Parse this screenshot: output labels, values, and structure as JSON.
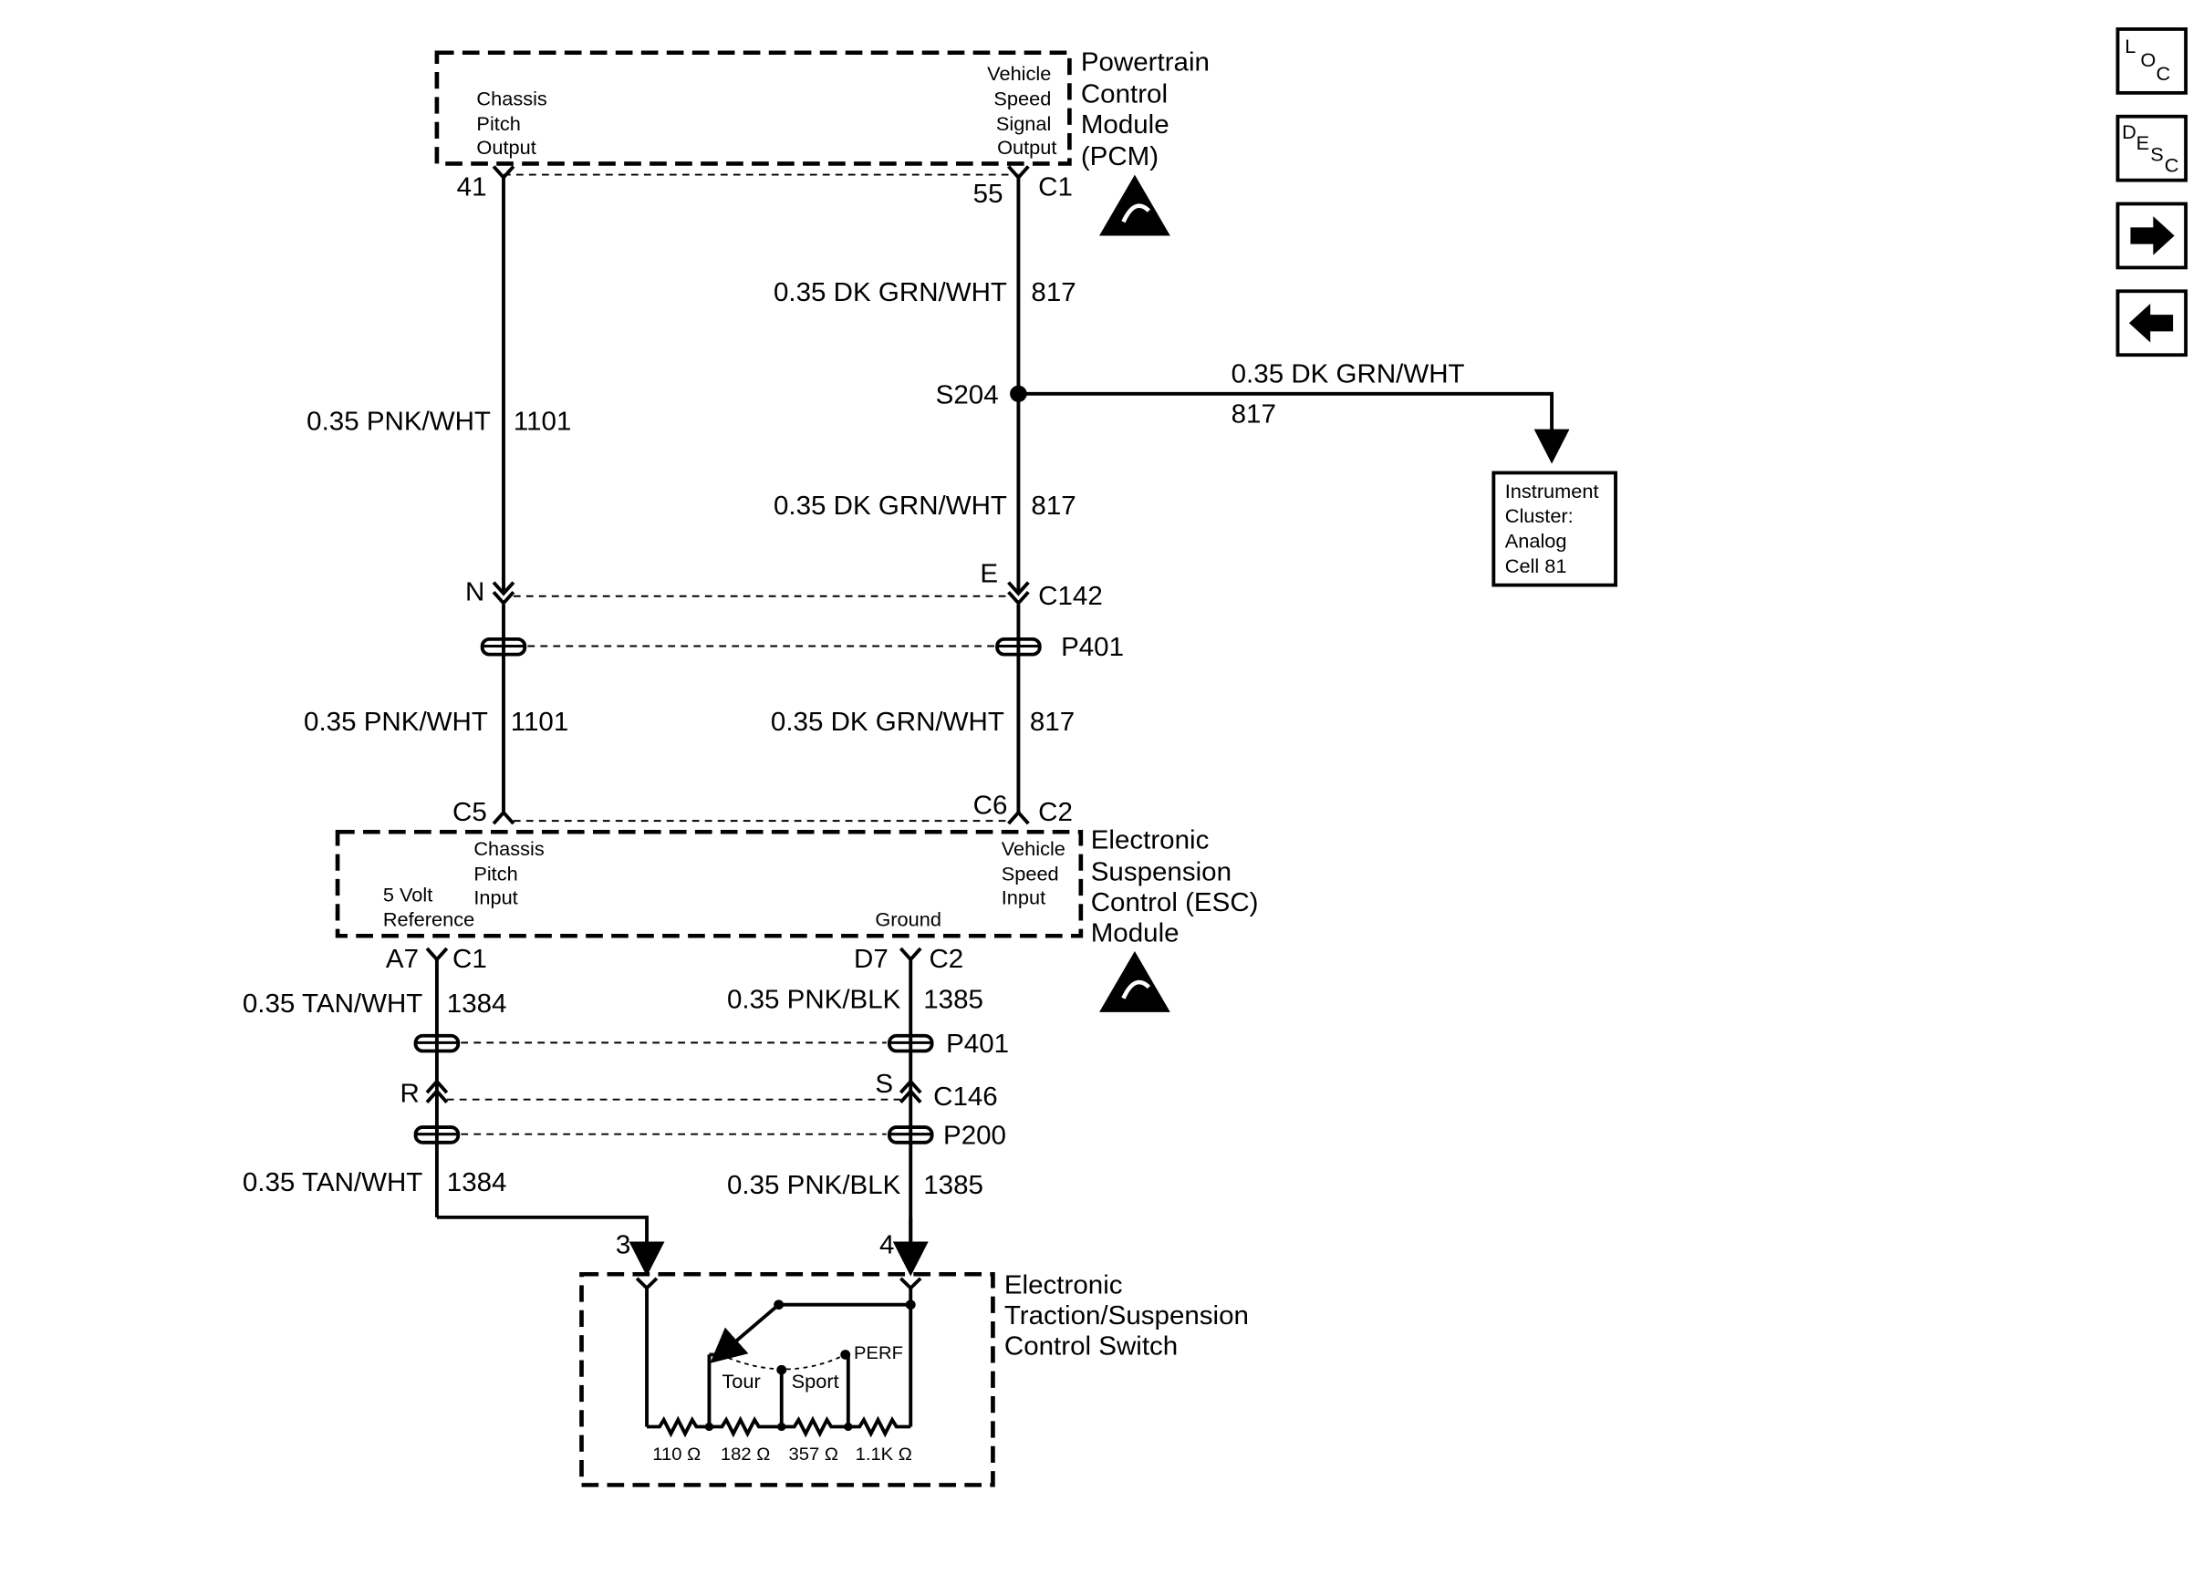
{
  "pcm": {
    "title": [
      "Powertrain",
      "Control",
      "Module",
      "(PCM)"
    ],
    "left_pin_label": [
      "Chassis",
      "Pitch",
      "Output"
    ],
    "right_pin_label": [
      "Vehicle",
      "Speed",
      "Signal",
      "Output"
    ],
    "pin_left": "41",
    "pin_right": "55",
    "connector": "C1"
  },
  "wires": {
    "pnk_wht": "0.35 PNK/WHT",
    "pnk_wht_circuit": "1101",
    "dk_grn_wht": "0.35 DK GRN/WHT",
    "dk_grn_wht_circuit": "817",
    "tan_wht": "0.35 TAN/WHT",
    "tan_wht_circuit": "1384",
    "pnk_blk": "0.35 PNK/BLK",
    "pnk_blk_circuit": "1385"
  },
  "splice": "S204",
  "instrument_cluster": [
    "Instrument",
    "Cluster:",
    "Analog",
    "Cell 81"
  ],
  "connector_c142": {
    "name": "C142",
    "pin_left": "N",
    "pin_right": "E"
  },
  "pass_through_p401": "P401",
  "esc": {
    "title": [
      "Electronic",
      "Suspension",
      "Control (ESC)",
      "Module"
    ],
    "pin_c5": "C5",
    "pin_c6": "C6",
    "conn_c2_top": "C2",
    "chassis_pitch_input": [
      "Chassis",
      "Pitch",
      "Input"
    ],
    "vehicle_speed_input": [
      "Vehicle",
      "Speed",
      "Input"
    ],
    "five_volt_ref": [
      "5 Volt",
      "Reference"
    ],
    "ground": "Ground",
    "pin_a7": "A7",
    "conn_c1": "C1",
    "pin_d7": "D7",
    "conn_c2_bottom": "C2"
  },
  "connector_c146": {
    "name": "C146",
    "pin_left": "R",
    "pin_right": "S"
  },
  "pass_through_p200": "P200",
  "switch": {
    "title": [
      "Electronic",
      "Traction/Suspension",
      "Control Switch"
    ],
    "pin_left": "3",
    "pin_right": "4",
    "modes": [
      "Tour",
      "Sport",
      "PERF"
    ],
    "resistors": [
      "110 Ω",
      "182 Ω",
      "357 Ω",
      "1.1K Ω"
    ]
  },
  "nav_buttons": [
    {
      "icon": "loc-icon",
      "label": "LOC"
    },
    {
      "icon": "desc-icon",
      "label": "DESC"
    },
    {
      "icon": "arrow-right-icon",
      "label": ""
    },
    {
      "icon": "arrow-left-icon",
      "label": ""
    }
  ]
}
